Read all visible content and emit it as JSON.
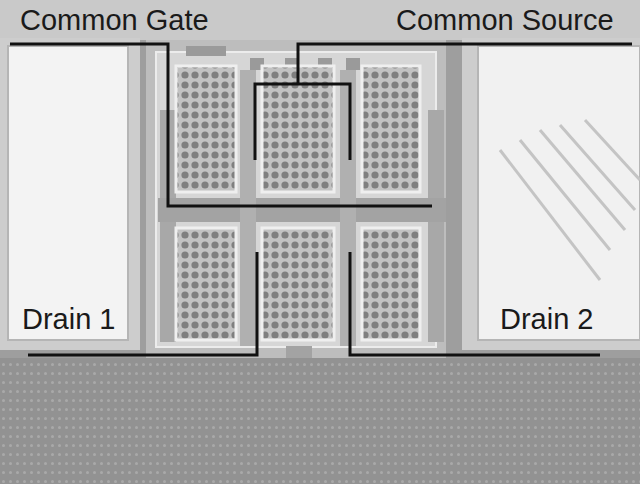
{
  "diagram": {
    "labels": [
      "Common Gate",
      "Common Source",
      "Drain 1",
      "Drain 2"
    ]
  }
}
